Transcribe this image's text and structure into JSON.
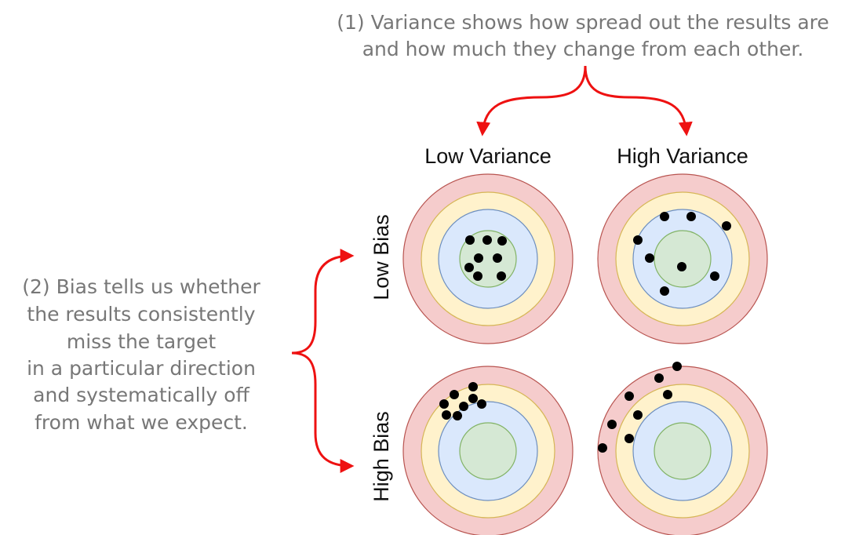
{
  "annotations": {
    "variance": {
      "lines": [
        "(1) Variance shows how spread out the results are",
        "and how much they change from each other."
      ]
    },
    "bias": {
      "lines": [
        "(2) Bias tells us whether",
        "the results consistently",
        "miss the target",
        "in a particular direction",
        "and systematically off",
        "from what we expect."
      ]
    }
  },
  "headers": {
    "columns": [
      "Low Variance",
      "High Variance"
    ],
    "rows": [
      "Low Bias",
      "High Bias"
    ]
  },
  "colors": {
    "annotation_text": "#777777",
    "arrow": "#ee1111",
    "ring_outer_fill": "#f5cccc",
    "ring_outer_stroke": "#b85450",
    "ring_2_fill": "#fff2cc",
    "ring_2_stroke": "#d6b656",
    "ring_3_fill": "#dae8fc",
    "ring_3_stroke": "#6c8ebf",
    "bullseye_fill": "#d5e8d4",
    "bullseye_stroke": "#82b366",
    "dot": "#000000"
  }
}
